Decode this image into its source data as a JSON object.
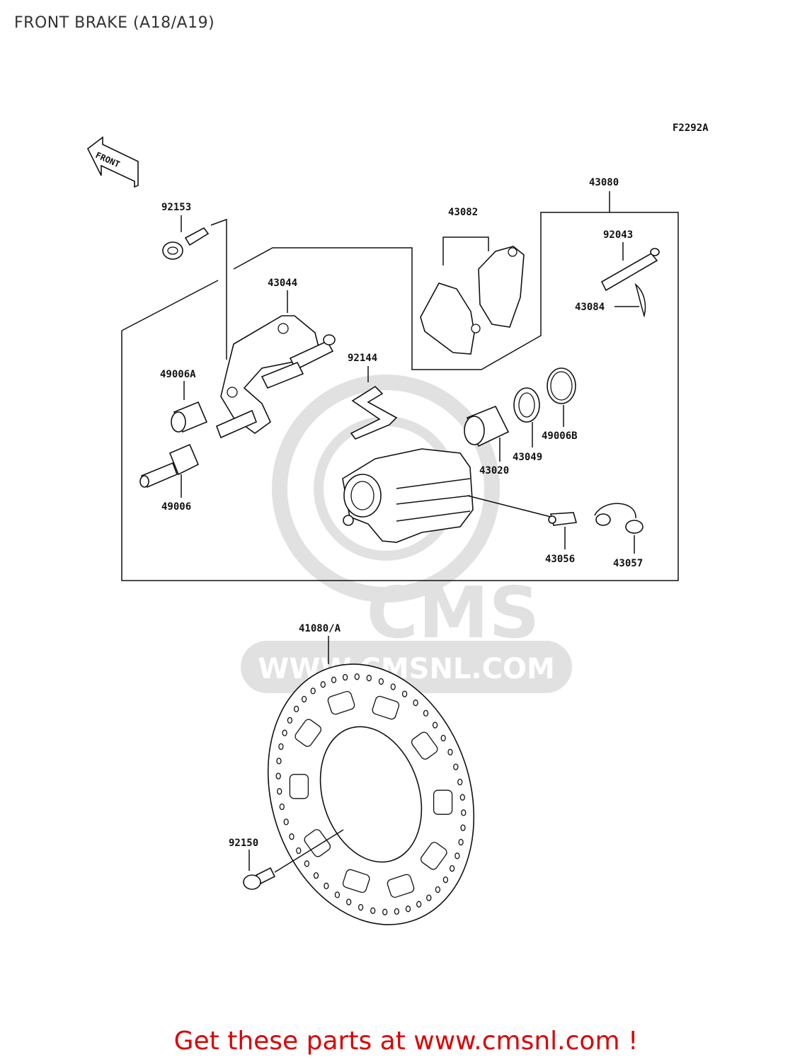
{
  "header": {
    "title": "FRONT BRAKE (A18/A19)"
  },
  "diagram": {
    "figure_code": "F2292A",
    "front_arrow_label": "FRONT",
    "parts": {
      "p43080": "43080",
      "p43082": "43082",
      "p92153": "92153",
      "p92043": "92043",
      "p43044": "43044",
      "p43084": "43084",
      "p92144": "92144",
      "p49006A": "49006A",
      "p49006B": "49006B",
      "p43049": "43049",
      "p43020": "43020",
      "p49006": "49006",
      "p43056": "43056",
      "p43057": "43057",
      "p41080A": "41080/A",
      "p92150": "92150"
    }
  },
  "watermark": {
    "brand": "CMS",
    "url": "WWW.CMSNL.COM"
  },
  "footer": {
    "link_text": "Get these parts at www.cmsnl.com !",
    "color": "#dd0000"
  }
}
